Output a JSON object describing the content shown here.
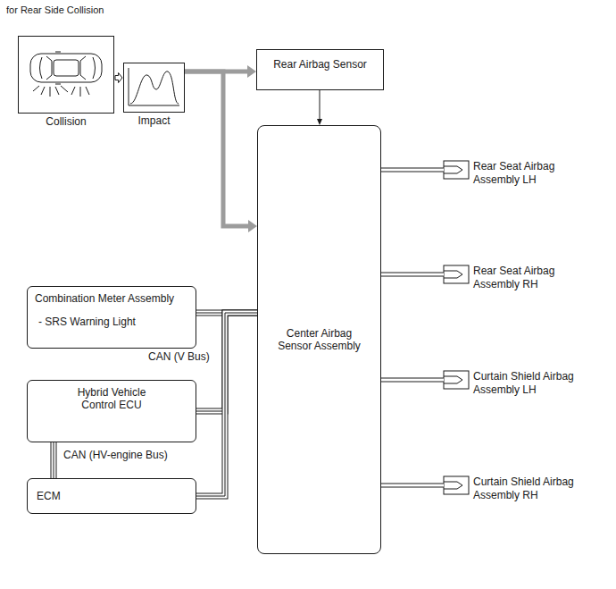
{
  "diagram": {
    "title": "for Rear Side Collision",
    "nodes": [
      {
        "text": [
          "Collision"
        ]
      },
      {
        "text": [
          "Impact"
        ]
      },
      {
        "text": [
          "Rear Airbag Sensor"
        ]
      },
      {
        "text": [
          "Center Airbag Sensor Assembly"
        ]
      },
      {
        "text": [
          "Combination Meter Assembly",
          "- SRS Warning Light"
        ]
      },
      {
        "text": [
          "Hybrid Vehicle Control ECU"
        ]
      },
      {
        "text": [
          "ECM"
        ]
      },
      {
        "text": [
          "Rear Seat Airbag Assembly LH"
        ]
      },
      {
        "text": [
          "Rear Seat Airbag Assembly RH"
        ]
      },
      {
        "text": [
          "Curtain Shield Airbag Assembly LH"
        ]
      },
      {
        "text": [
          "Curtain Shield Airbag Assembly RH"
        ]
      }
    ],
    "edges": [
      {
        "from": 0,
        "to": 1,
        "arrow": "to"
      },
      {
        "from": 1,
        "to": 2,
        "arrow": "to"
      },
      {
        "from": 1,
        "to": 3,
        "arrow": "to"
      },
      {
        "from": 2,
        "to": 3,
        "arrow": "to"
      },
      {
        "from": 4,
        "to": 3,
        "arrow": "none"
      },
      {
        "from": 5,
        "to": 3,
        "arrow": "none"
      },
      {
        "from": 6,
        "to": 3,
        "arrow": "none"
      },
      {
        "from": 5,
        "to": 6,
        "arrow": "none"
      },
      {
        "from": 3,
        "to": 7,
        "arrow": "none"
      },
      {
        "from": 3,
        "to": 8,
        "arrow": "none"
      },
      {
        "from": 3,
        "to": 9,
        "arrow": "none"
      },
      {
        "from": 3,
        "to": 10,
        "arrow": "none"
      }
    ],
    "labels": [
      "CAN (V Bus)",
      "CAN (HV-engine Bus)"
    ]
  }
}
